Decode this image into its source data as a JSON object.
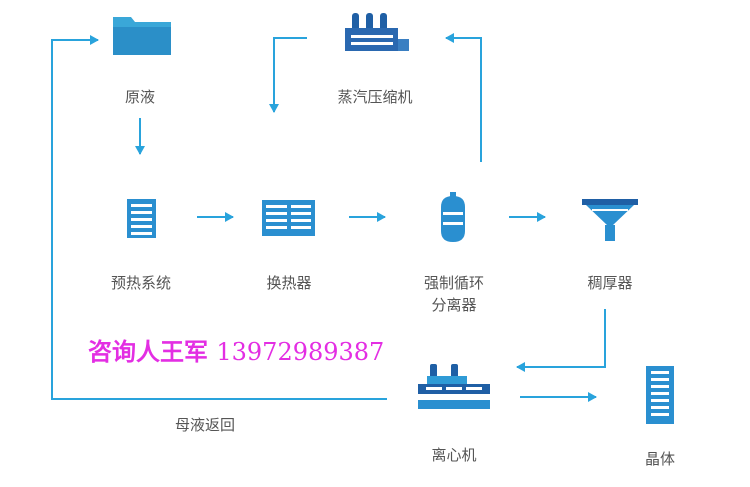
{
  "colors": {
    "flow": "#29a3dc",
    "icon_dark": "#1f5fa5",
    "icon_light": "#2f9bd6",
    "contact": "#e32ee3",
    "label": "#555555"
  },
  "nodes": {
    "raw_liquid": {
      "label": "原液",
      "icon": "folder-icon"
    },
    "steam_compressor": {
      "label": "蒸汽压缩机",
      "icon": "compressor-icon"
    },
    "preheat_system": {
      "label": "预热系统",
      "icon": "server-icon"
    },
    "heat_exchanger": {
      "label": "换热器",
      "icon": "panel-icon"
    },
    "forced_circulation_separator": {
      "label_line1": "强制循环",
      "label_line2": "分离器",
      "icon": "tank-icon"
    },
    "thickener": {
      "label": "稠厚器",
      "icon": "funnel-icon"
    },
    "centrifuge": {
      "label": "离心机",
      "icon": "centrifuge-icon"
    },
    "crystal": {
      "label": "晶体",
      "icon": "rack-icon"
    }
  },
  "edges": {
    "mother_liquor_return": {
      "label": "母液返回"
    }
  },
  "contact": {
    "name": "咨询人王军",
    "phone": "13972989387"
  }
}
